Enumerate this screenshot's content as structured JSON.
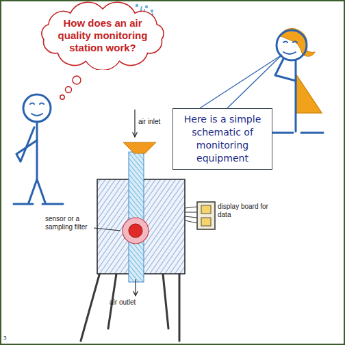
{
  "diagram": {
    "nodes": [
      {
        "text": [
          "How does an air quality monitoring station work?"
        ]
      },
      {
        "text": [
          "Here is a simple schematic of monitoring equipment"
        ]
      }
    ],
    "labels": [
      "air inlet",
      "display board for data",
      "sensor or a sampling filter",
      "air outlet",
      "3"
    ]
  }
}
